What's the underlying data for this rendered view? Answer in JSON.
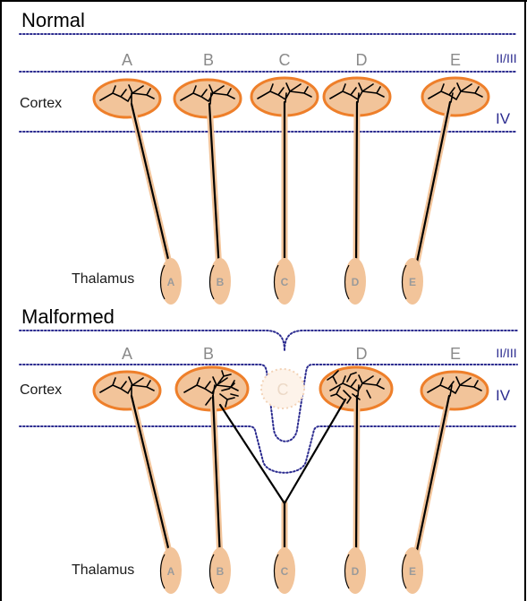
{
  "panels": {
    "normal": {
      "title": "Normal",
      "columns": [
        "A",
        "B",
        "C",
        "D",
        "E"
      ],
      "layer_top": "II/III",
      "layer_mid": "IV",
      "region_cortex": "Cortex",
      "region_thalamus": "Thalamus",
      "nuclei": [
        "A",
        "B",
        "C",
        "D",
        "E"
      ]
    },
    "malformed": {
      "title": "Malformed",
      "columns": [
        "A",
        "B",
        "D",
        "E"
      ],
      "missing_column_label": "C",
      "layer_top": "II/III",
      "layer_mid": "IV",
      "region_cortex": "Cortex",
      "region_thalamus": "Thalamus",
      "nuclei": [
        "A",
        "B",
        "C",
        "D",
        "E"
      ]
    }
  },
  "colors": {
    "cortex_fill": "#f2c49a",
    "cortex_stroke": "#ee7f2a",
    "layer_line": "#2b2b8f",
    "axon": "#000000",
    "column_letter": "#8a8a8a"
  }
}
